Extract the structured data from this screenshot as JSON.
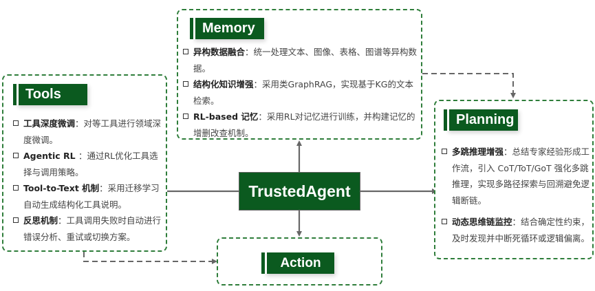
{
  "diagram": {
    "center": {
      "label": "TrustedAgent"
    },
    "colors": {
      "primary": "#0b5a1f",
      "panel_border": "#2e7d3a",
      "connector": "#666666"
    },
    "modules": {
      "memory": {
        "title": "Memory",
        "items": [
          {
            "term": "异构数据融合",
            "desc": "：统一处理文本、图像、表格、图谱等异构数据。"
          },
          {
            "term": "结构化知识增强",
            "desc": "：采用类GraphRAG，实现基于KG的文本检索。"
          },
          {
            "term": "RL-based 记忆",
            "desc": "：采用RL对记忆进行训练，并构建记忆的增删改查机制。"
          }
        ]
      },
      "tools": {
        "title": "Tools",
        "items": [
          {
            "term": "工具深度微调",
            "desc": "：对等工具进行领域深度微调。"
          },
          {
            "term": " Agentic RL ",
            "desc": "：通过RL优化工具选择与调用策略。"
          },
          {
            "term": "Tool-to-Text 机制",
            "desc": "：采用迁移学习自动生成结构化工具说明。"
          },
          {
            "term": "反思机制",
            "desc": "：工具调用失败时自动进行错误分析、重试或切换方案。"
          }
        ]
      },
      "planning": {
        "title": "Planning",
        "items": [
          {
            "term": "多跳推理增强",
            "desc": "：总结专家经验形成工作流，引入 CoT/ToT/GoT 强化多跳推理，实现多路径探索与回溯避免逻辑断链。"
          },
          {
            "term": "动态思维链监控",
            "desc": "：结合确定性约束，及时发现并中断死循环或逻辑偏离。"
          }
        ]
      },
      "action": {
        "title": "Action"
      }
    }
  }
}
